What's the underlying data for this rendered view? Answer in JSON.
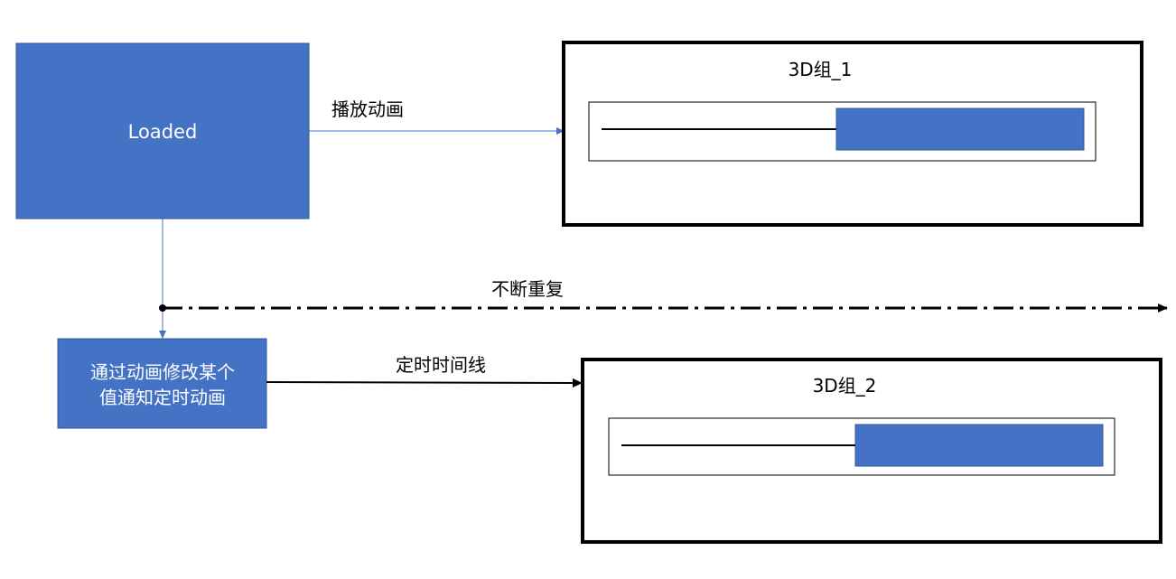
{
  "colors": {
    "blue": "#4472C4",
    "blue_border": "#2F5597",
    "black": "#000000",
    "white": "#FFFFFF"
  },
  "nodes": {
    "loaded": {
      "label": "Loaded"
    },
    "modify": {
      "label_line1": "通过动画修改某个",
      "label_line2": "值通知定时动画"
    },
    "group1": {
      "title": "3D组_1"
    },
    "group2": {
      "title": "3D组_2"
    }
  },
  "edges": {
    "play_animation": {
      "label": "播放动画"
    },
    "timed_timeline": {
      "label": "定时时间线"
    },
    "repeat": {
      "label": "不断重复"
    }
  }
}
